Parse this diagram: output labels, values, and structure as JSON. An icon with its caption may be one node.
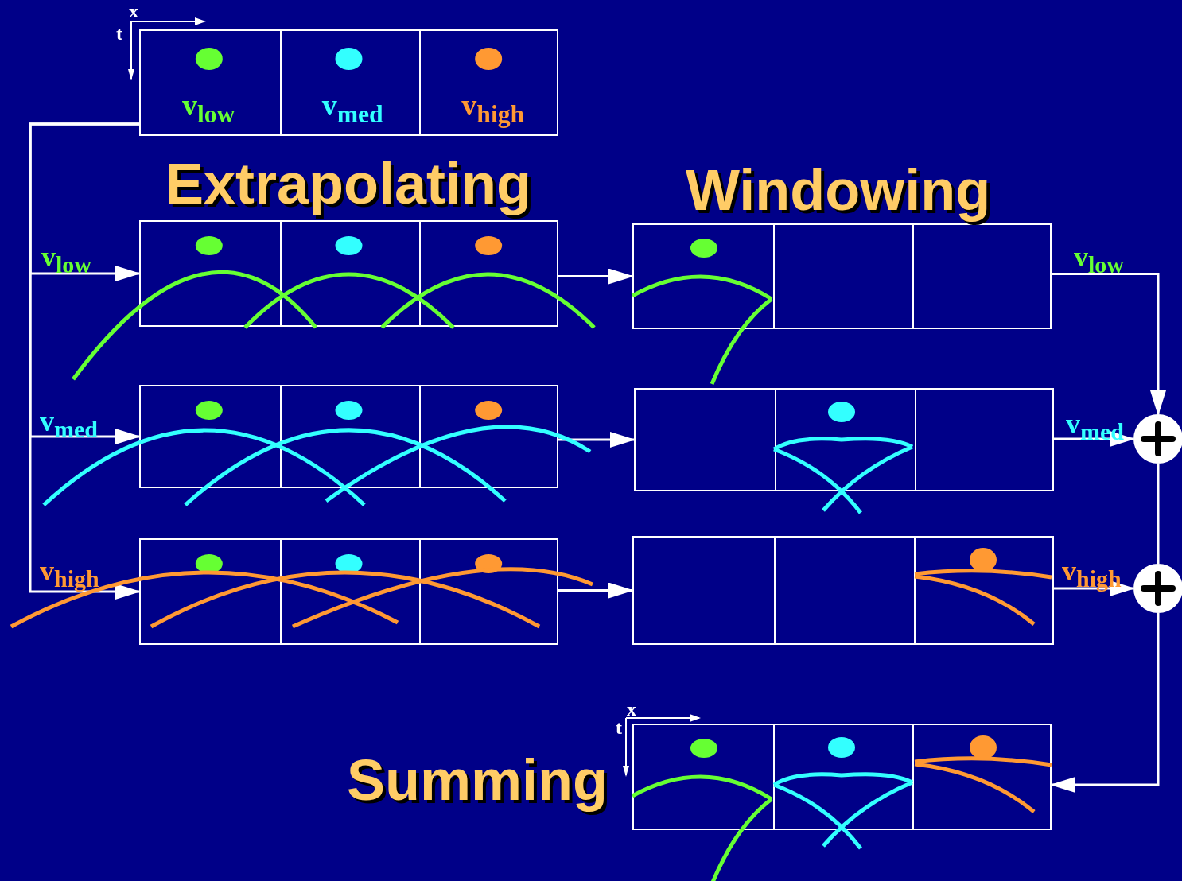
{
  "diagram": {
    "nodes": [
      {
        "text": [
          "v$_{low}$",
          "v$_{med}$",
          "v$_{high}$"
        ]
      },
      {
        "text": [],
        "shape": "box"
      },
      {
        "text": [],
        "shape": "box"
      },
      {
        "text": [],
        "shape": "box"
      },
      {
        "text": [],
        "shape": "box"
      },
      {
        "text": [],
        "shape": "box"
      },
      {
        "text": [],
        "shape": "box"
      },
      {
        "text": [],
        "shape": "circle"
      },
      {
        "text": [],
        "shape": "circle"
      },
      {
        "text": [],
        "shape": "box"
      }
    ],
    "edges": [
      {
        "from": 0,
        "to": 1,
        "arrow": "to",
        "label": "v$_{low}$"
      },
      {
        "from": 0,
        "to": 2,
        "arrow": "to",
        "label": "v$_{med}$"
      },
      {
        "from": 0,
        "to": 3,
        "arrow": "to",
        "label": "v$_{high}$"
      },
      {
        "from": 1,
        "to": 4,
        "arrow": "to"
      },
      {
        "from": 2,
        "to": 5,
        "arrow": "to"
      },
      {
        "from": 3,
        "to": 6,
        "arrow": "to"
      },
      {
        "from": 4,
        "to": 7,
        "arrow": "to",
        "label": "v$_{low}$"
      },
      {
        "from": 5,
        "to": 7,
        "arrow": "to",
        "label": "v$_{med}$"
      },
      {
        "from": 6,
        "to": 8,
        "arrow": "to",
        "label": "v$_{high}$"
      },
      {
        "from": 7,
        "to": 8,
        "arrow": "none"
      },
      {
        "from": 8,
        "to": 9,
        "arrow": "to"
      }
    ],
    "labels": [
      "x",
      "t",
      "Extrapolating",
      "Windowing",
      "x",
      "t",
      "Summing"
    ]
  }
}
